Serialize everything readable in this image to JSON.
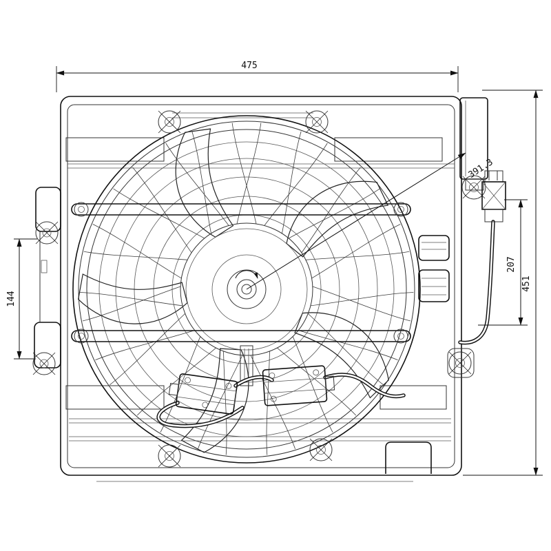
{
  "drawing": {
    "title": "condenser-fan-assembly-technical-drawing",
    "dimensions": {
      "top_width": "475",
      "diagonal_radius": "391.3",
      "left_span": "144",
      "right_inner_span": "207",
      "right_total_height": "451"
    },
    "colors": {
      "line": "#111111",
      "background": "#ffffff"
    }
  }
}
